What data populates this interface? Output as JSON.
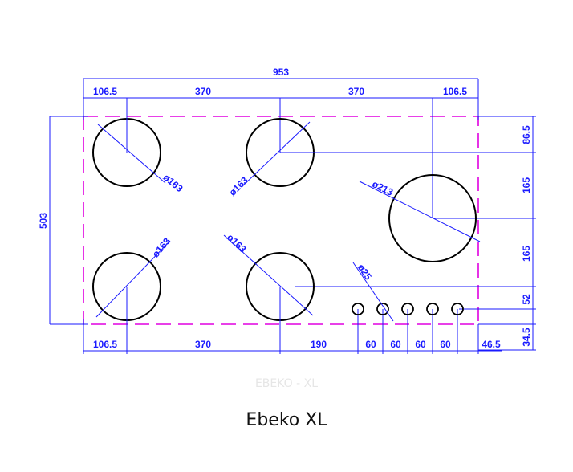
{
  "title": "Ebeko XL",
  "watermark": "EBEKO - XL",
  "colors": {
    "dimension": "#1a1aff",
    "cutout_outline": "#e000e0",
    "burner": "#000000"
  },
  "dims": {
    "overall_width": "953",
    "top_segments": [
      "106.5",
      "370",
      "370",
      "106.5"
    ],
    "bottom_segments": [
      "106.5",
      "370",
      "190",
      "60",
      "60",
      "60",
      "60",
      "46.5"
    ],
    "height": "503",
    "right_segments": [
      "86.5",
      "165",
      "165",
      "52",
      "34.5"
    ]
  },
  "burners": [
    {
      "id": "top-left",
      "label": "ø163"
    },
    {
      "id": "top-middle",
      "label": "ø163"
    },
    {
      "id": "right-large",
      "label": "ø213"
    },
    {
      "id": "bottom-left",
      "label": "ø163"
    },
    {
      "id": "bottom-middle",
      "label": "ø163"
    }
  ],
  "knob_label": "ø25",
  "knob_count": 5
}
